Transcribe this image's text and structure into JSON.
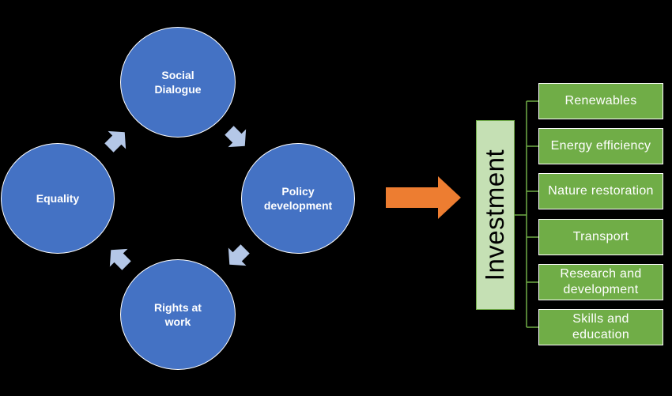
{
  "cycle": {
    "social_dialogue": "Social\nDialogue",
    "policy_development": "Policy\ndevelopment",
    "rights_at_work": "Rights at\nwork",
    "equality": "Equality"
  },
  "investment": {
    "title": "Investment",
    "items": [
      "Renewables",
      "Energy efficiency",
      "Nature restoration",
      "Transport",
      "Research and\ndevelopment",
      "Skills and\neducation"
    ]
  },
  "colors": {
    "background": "#000000",
    "circle_fill": "#4472c4",
    "cycle_arrow": "#b4c7e7",
    "main_arrow": "#ed7d31",
    "investment_fill": "#c5e0b4",
    "item_fill": "#70ad47"
  }
}
